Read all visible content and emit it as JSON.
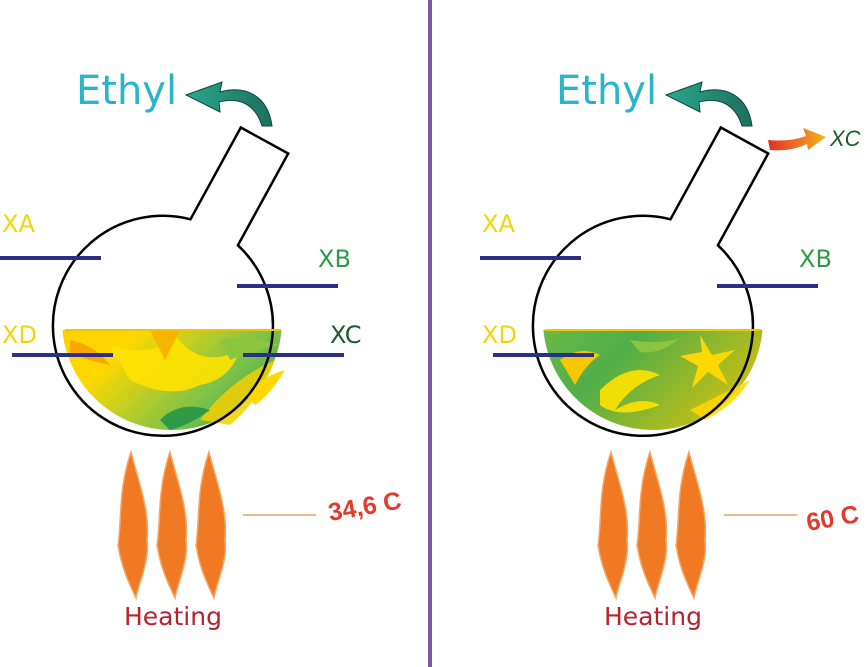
{
  "colors": {
    "divider": "#7b5aa0",
    "bar": "#2b2f86",
    "ethyl": "#28b5cc",
    "xa": "#f2d600",
    "xb": "#2f9a45",
    "xc": "#1f5a2b",
    "xd": "#f2d600",
    "flame": "#f07a24",
    "temp": "#e23a2b",
    "heating": "#b8222e"
  },
  "left": {
    "ethyl": "Ethyl",
    "xa": "XA",
    "xb": "XB",
    "xc": "XC",
    "xd": "XD",
    "temperature": "34,6 C",
    "heating": "Heating"
  },
  "right": {
    "ethyl": "Ethyl",
    "xa": "XA",
    "xb": "XB",
    "xd": "XD",
    "xc_out": "XC",
    "temperature": "60 C",
    "heating": "Heating"
  }
}
